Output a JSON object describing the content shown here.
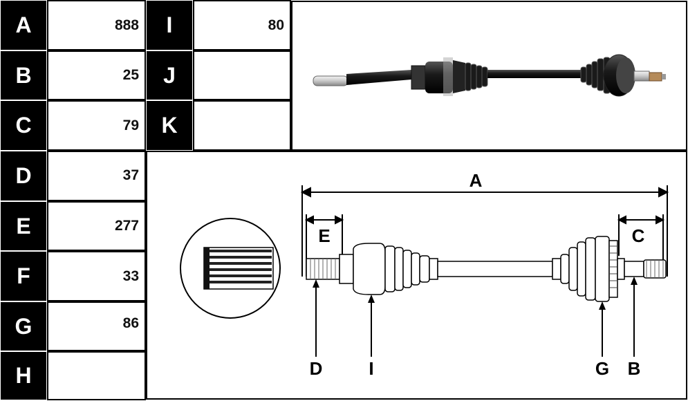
{
  "dimensions": [
    {
      "label": "A",
      "value": "888"
    },
    {
      "label": "B",
      "value": "25"
    },
    {
      "label": "C",
      "value": "79"
    },
    {
      "label": "D",
      "value": "37"
    },
    {
      "label": "E",
      "value": "277"
    },
    {
      "label": "F",
      "value": "33"
    },
    {
      "label": "G",
      "value": "86"
    },
    {
      "label": "H",
      "value": ""
    },
    {
      "label": "I",
      "value": "80"
    },
    {
      "label": "J",
      "value": ""
    },
    {
      "label": "K",
      "value": ""
    }
  ],
  "diagram": {
    "top_label": "A",
    "left_label": "E",
    "right_label": "C",
    "bottom_labels": [
      "D",
      "I",
      "G",
      "B"
    ]
  },
  "colors": {
    "label_bg": "#000000",
    "label_fg": "#ffffff",
    "line": "#000000",
    "shaft": "#111111"
  }
}
